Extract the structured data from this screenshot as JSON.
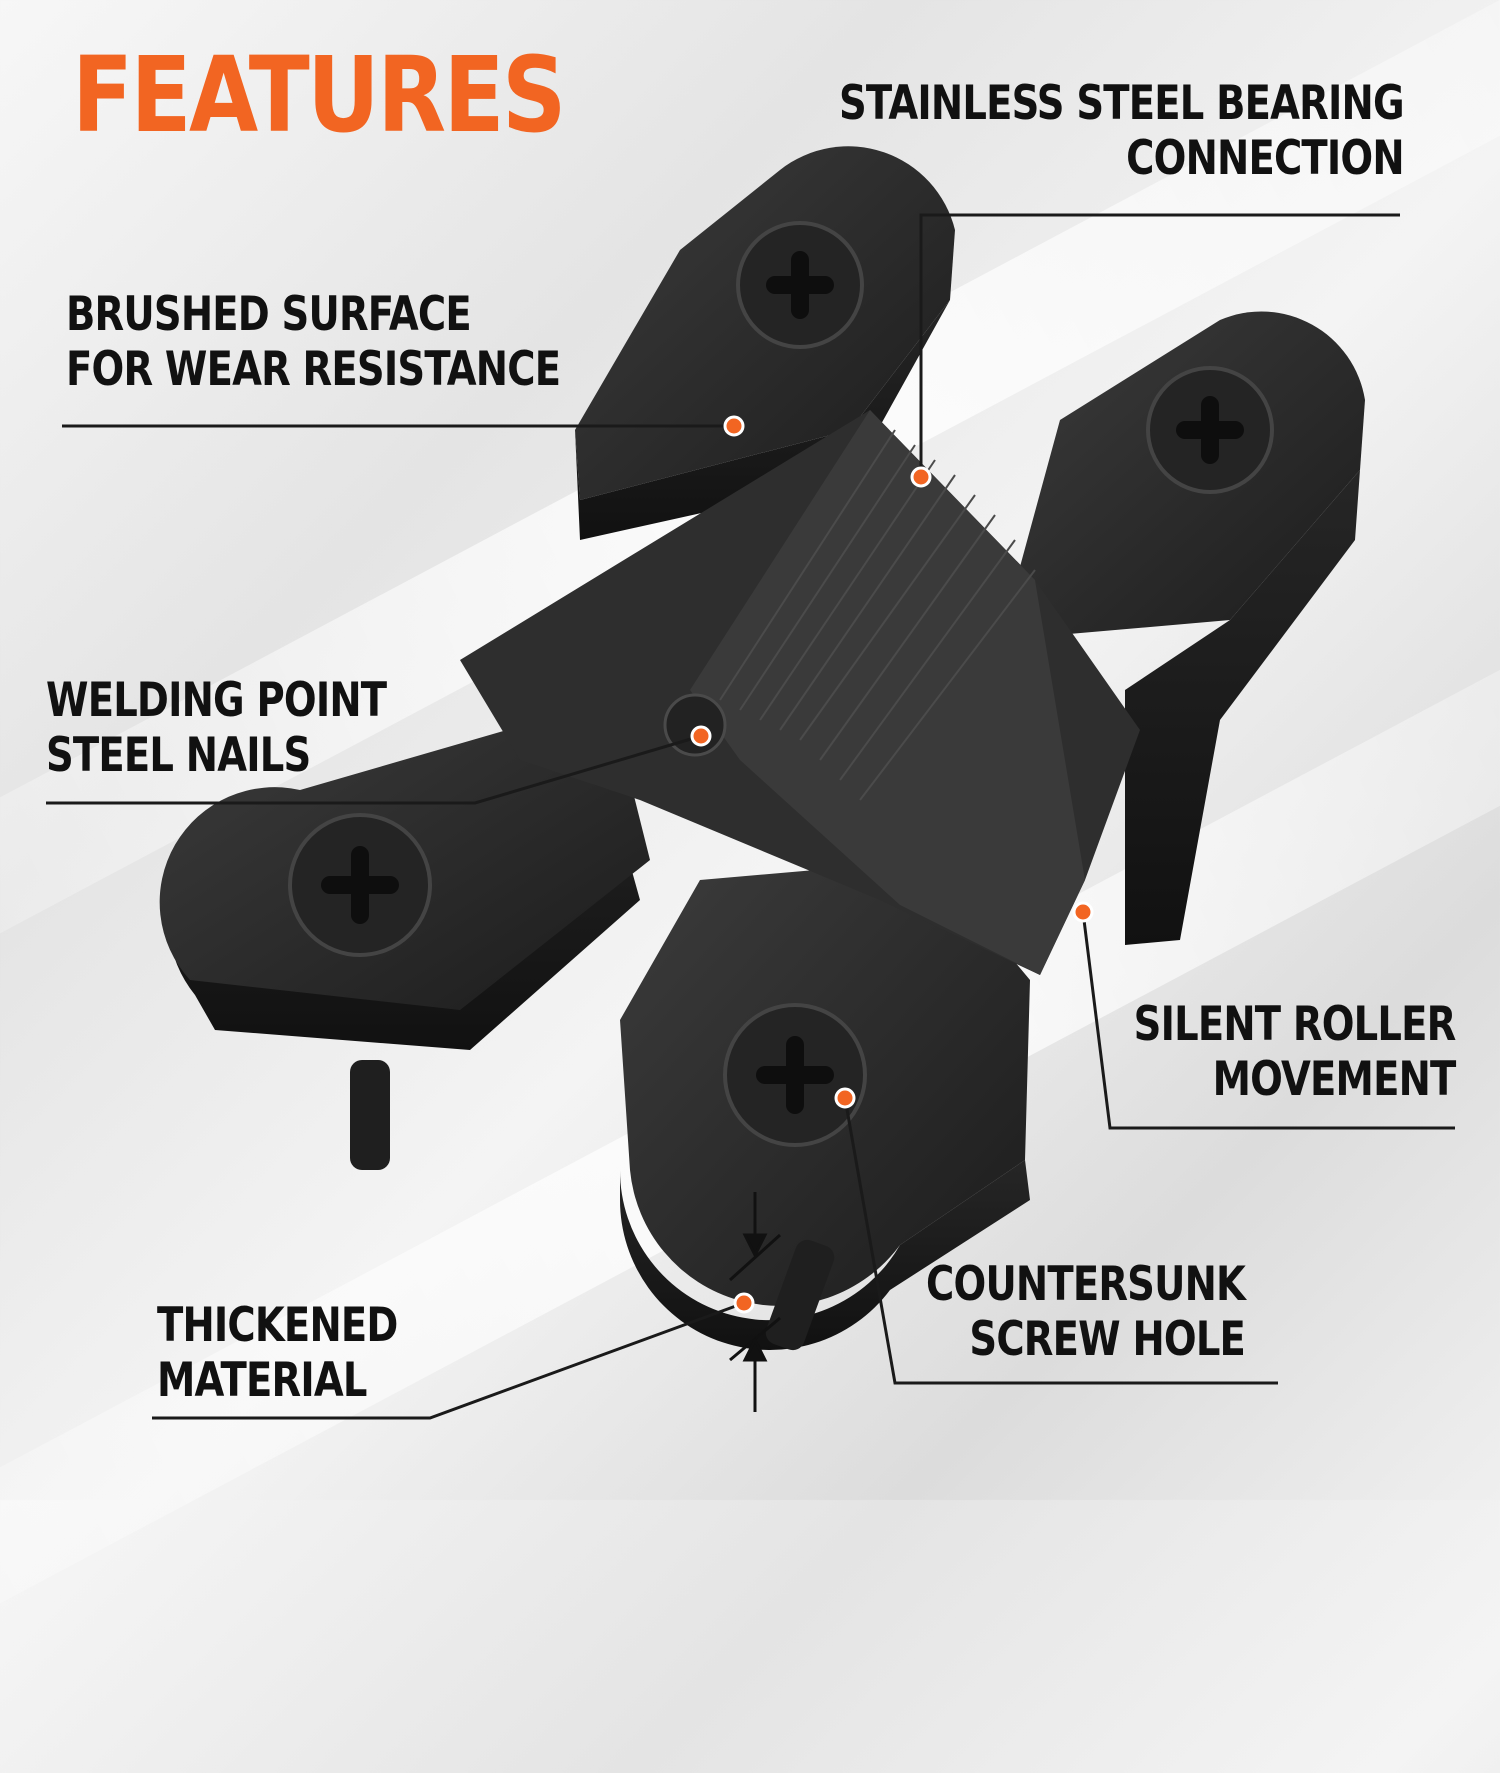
{
  "title": "FEATURES",
  "colors": {
    "accent": "#f26522",
    "text": "#111111",
    "hinge": "#2a2a2a",
    "leader": "#1a1a1a"
  },
  "features": {
    "bearing": {
      "line1": "STAINLESS STEEL BEARING",
      "line2": "CONNECTION"
    },
    "brushed": {
      "line1": "BRUSHED SURFACE",
      "line2": "FOR WEAR RESISTANCE"
    },
    "welding": {
      "line1": "WELDING POINT",
      "line2": "STEEL NAILS"
    },
    "roller": {
      "line1": "SILENT ROLLER",
      "line2": "MOVEMENT"
    },
    "countersunk": {
      "line1": "COUNTERSUNK",
      "line2": "SCREW HOLE"
    },
    "thickened": {
      "line1": "THICKENED",
      "line2": "MATERIAL"
    }
  }
}
